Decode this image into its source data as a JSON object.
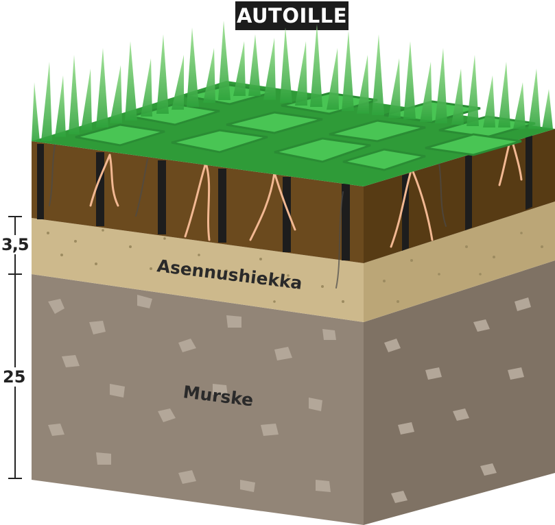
{
  "title": "AUTOILLE",
  "layers": {
    "sand": "Asennushiekka",
    "gravel": "Murske"
  },
  "dimensions": {
    "sand_thickness": "3,5",
    "gravel_thickness": "25"
  },
  "colors": {
    "grass": "#3fbf4a",
    "grid": "#2a8c34",
    "soil": "#6b4a1e",
    "soil_side": "#573b14",
    "sand": "#cdb98c",
    "sand_side": "#bba677",
    "gravel": "#928577",
    "gravel_side": "#7f7264",
    "root": "#f2b892",
    "post": "#1d1d1d",
    "title_bg": "#1c1c1c"
  }
}
